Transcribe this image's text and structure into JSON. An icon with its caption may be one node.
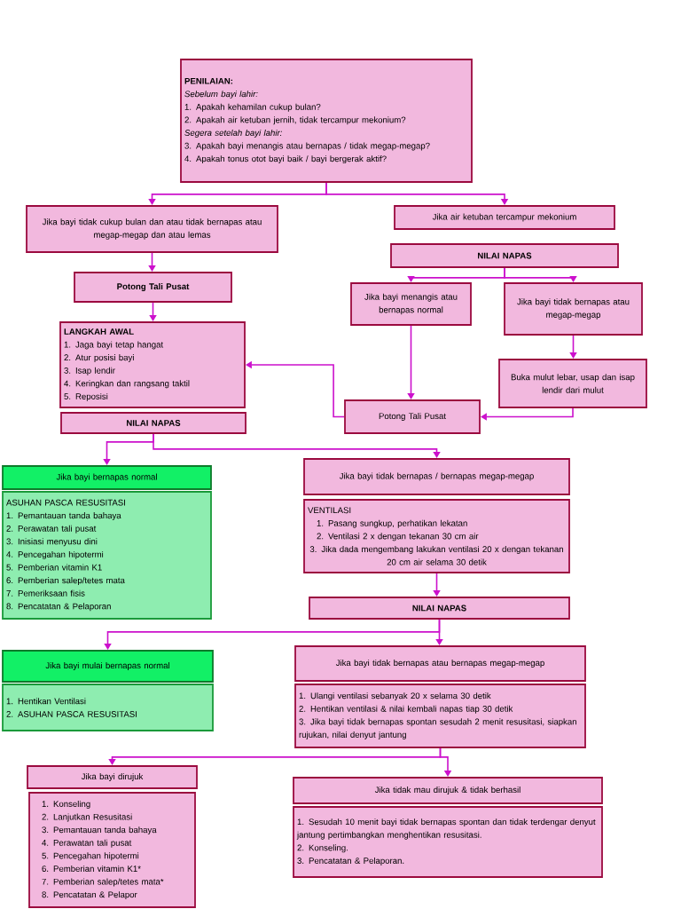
{
  "diagram": {
    "nodes": [
      {
        "text": [
          "PENILAIAN:",
          "Sebelum bayi lahir:",
          "1. Apakah kehamilan cukup bulan?",
          "2. Apakah air ketuban jernih, tidak tercampur mekonium?",
          "Segera setelah bayi lahir:",
          "3. Apakah bayi menangis atau bernapas / tidak megap-megap?",
          "4. Apakah tonus otot bayi baik / bayi bergerak aktif?"
        ]
      },
      {
        "text": [
          "Jika bayi tidak cukup bulan dan atau tidak bernapas atau megap-megap dan atau lemas"
        ]
      },
      {
        "text": [
          "Jika air ketuban tercampur mekonium"
        ]
      },
      {
        "text": [
          "NILAI NAPAS"
        ]
      },
      {
        "text": [
          "Potong Tali Pusat"
        ]
      },
      {
        "text": [
          "Jika bayi menangis atau bernapas normal"
        ]
      },
      {
        "text": [
          "Jika bayi tidak bernapas atau megap-megap"
        ]
      },
      {
        "text": [
          "LANGKAH AWAL",
          "1. Jaga bayi tetap hangat",
          "2. Atur posisi bayi",
          "3. Isap lendir",
          "4. Keringkan dan rangsang taktil",
          "5. Reposisi"
        ]
      },
      {
        "text": [
          "Buka mulut lebar, usap dan isap lendir dari mulut"
        ]
      },
      {
        "text": [
          "Potong Tali Pusat"
        ]
      },
      {
        "text": [
          "NILAI NAPAS"
        ]
      },
      {
        "text": [
          "Jika bayi bernapas normal"
        ]
      },
      {
        "text": [
          "ASUHAN PASCA RESUSITASI",
          "1. Pemantauan tanda bahaya",
          "2. Perawatan tali pusat",
          "3. Inisiasi menyusu dini",
          "4. Pencegahan hipotermi",
          "5. Pemberian vitamin K1",
          "6. Pemberian salep/tetes mata",
          "7. Pemeriksaan fisis",
          "8. Pencatatan & Pelaporan"
        ]
      },
      {
        "text": [
          "Jika bayi tidak bernapas / bernapas megap-megap"
        ]
      },
      {
        "text": [
          "VENTILASI",
          "1. Pasang sungkup, perhatikan lekatan",
          "2. Ventilasi 2 x dengan tekanan 30 cm air",
          "3. Jika dada mengembang lakukan ventilasi 20 x dengan tekanan 20 cm air selama 30 detik"
        ]
      },
      {
        "text": [
          "NILAI NAPAS"
        ]
      },
      {
        "text": [
          "Jika bayi mulai bernapas normal"
        ]
      },
      {
        "text": [
          "1. Hentikan Ventilasi",
          "2. ASUHAN PASCA RESUSITASI"
        ]
      },
      {
        "text": [
          "Jika bayi tidak bernapas atau bernapas megap-megap"
        ]
      },
      {
        "text": [
          "1. Ulangi ventilasi sebanyak 20 x selama 30 detik",
          "2. Hentikan ventilasi & nilai kembali napas tiap 30 detik",
          "3. Jika bayi tidak bernapas spontan sesudah 2 menit resusitasi, siapkan rujukan, nilai denyut jantung"
        ]
      },
      {
        "text": [
          "Jika bayi dirujuk"
        ]
      },
      {
        "text": [
          "1. Konseling",
          "2. Lanjutkan Resusitasi",
          "3. Pemantauan tanda bahaya",
          "4. Perawatan tali pusat",
          "5. Pencegahan hipotermi",
          "6. Pemberian vitamin K1*",
          "7. Pemberian salep/tetes mata*",
          "8. Pencatatan & Pelapor"
        ]
      },
      {
        "text": [
          "Jika tidak mau dirujuk & tidak berhasil"
        ]
      },
      {
        "text": [
          "1. Sesudah 10 menit bayi tidak bernapas spontan dan tidak terdengar denyut jantung pertimbangkan menghentikan resusitasi.",
          "2. Konseling.",
          "3. Pencatatan & Pelaporan."
        ]
      }
    ],
    "edges": [
      {
        "from": 0,
        "to": 1,
        "arrow": "to"
      },
      {
        "from": 0,
        "to": 2,
        "arrow": "to"
      },
      {
        "from": 1,
        "to": 4,
        "arrow": "to"
      },
      {
        "from": 3,
        "to": 5,
        "arrow": "to"
      },
      {
        "from": 3,
        "to": 6,
        "arrow": "to"
      },
      {
        "from": 4,
        "to": 7,
        "arrow": "to"
      },
      {
        "from": 6,
        "to": 8,
        "arrow": "to"
      },
      {
        "from": 5,
        "to": 9,
        "arrow": "to"
      },
      {
        "from": 8,
        "to": 9,
        "arrow": "to"
      },
      {
        "from": 9,
        "to": 7,
        "arrow": "to"
      },
      {
        "from": 10,
        "to": 11,
        "arrow": "to"
      },
      {
        "from": 10,
        "to": 13,
        "arrow": "to"
      },
      {
        "from": 14,
        "to": 15,
        "arrow": "to"
      },
      {
        "from": 15,
        "to": 16,
        "arrow": "to"
      },
      {
        "from": 15,
        "to": 18,
        "arrow": "to"
      },
      {
        "from": 19,
        "to": 20,
        "arrow": "to"
      },
      {
        "from": 19,
        "to": 22,
        "arrow": "to"
      }
    ]
  }
}
